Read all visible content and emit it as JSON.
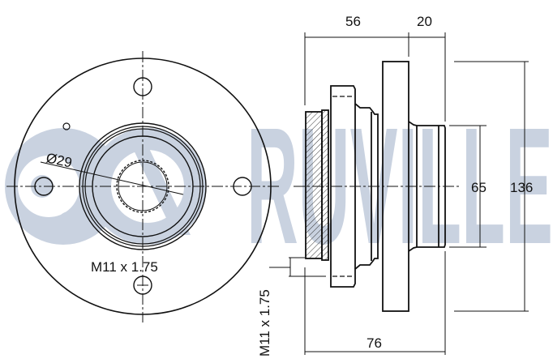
{
  "watermark": {
    "brand": "RUVILLE",
    "color": "#c9d2e0"
  },
  "front_view": {
    "bore_diameter_label": "Ø29",
    "thread_label": "M11 x 1.75",
    "bolt_holes": 4
  },
  "side_view": {
    "dimensions": {
      "top_left": "56",
      "top_right": "20",
      "inner_diameter": "65",
      "outer_diameter": "136",
      "overall_length": "76",
      "thread_vertical": "M11 x 1.75"
    }
  },
  "colors": {
    "line": "#111111",
    "hatch": "#333333",
    "background": "#ffffff"
  }
}
